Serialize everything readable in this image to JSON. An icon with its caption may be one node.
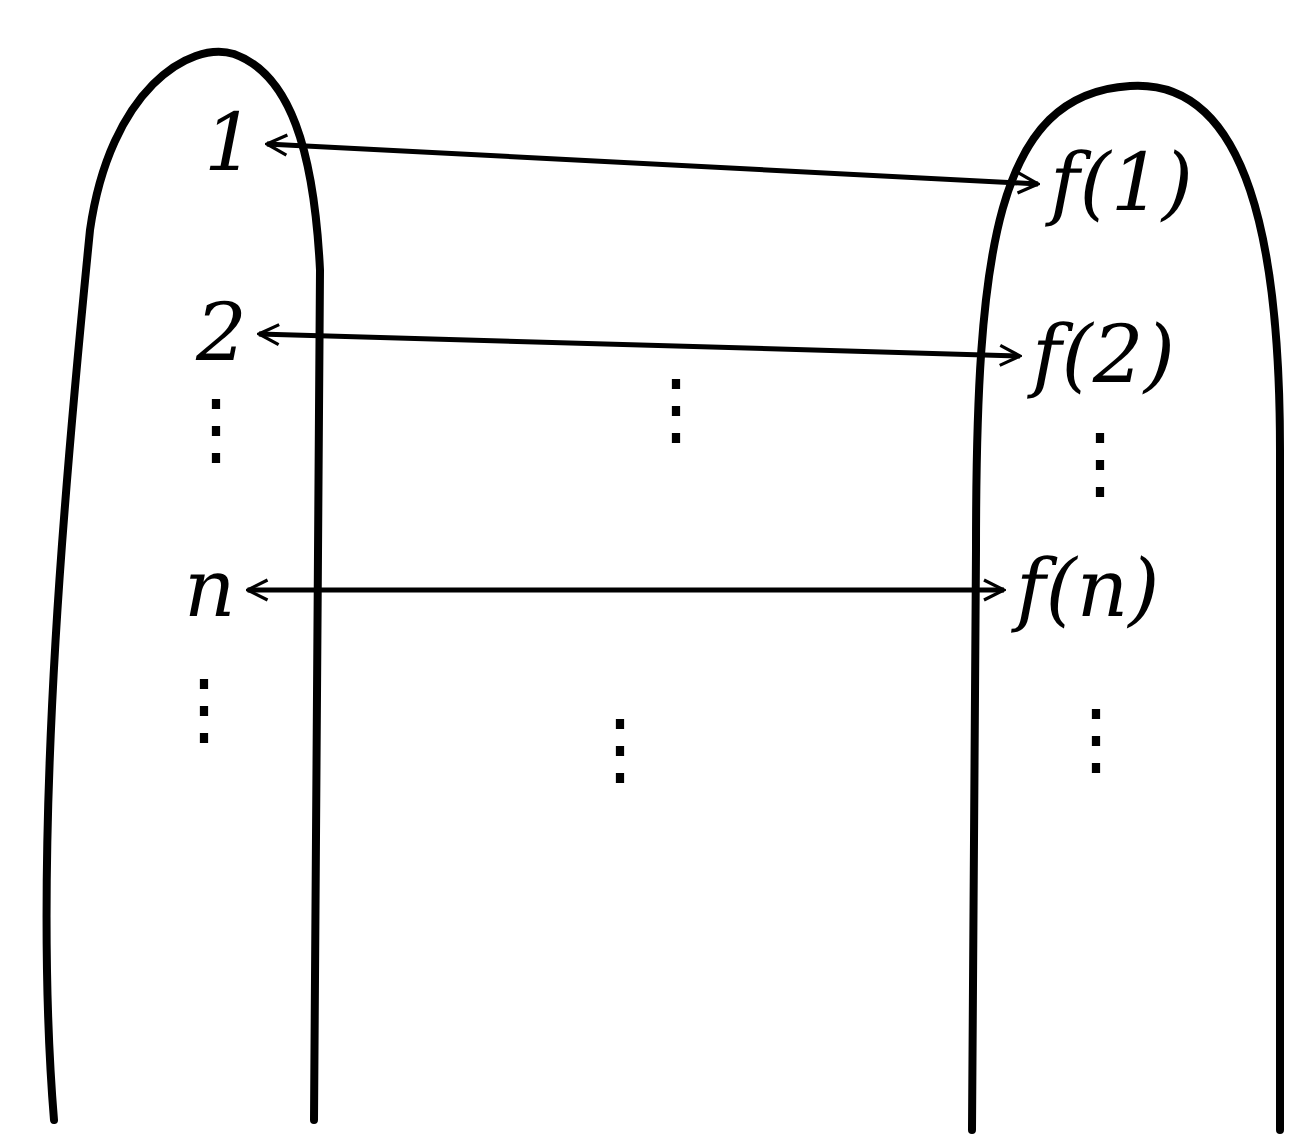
{
  "diagram": {
    "nodes": [
      {
        "text": [],
        "shape": "band"
      },
      {
        "text": [
          "1"
        ],
        "in": 0
      },
      {
        "text": [
          "2"
        ],
        "in": 0
      },
      {
        "text": [
          "n"
        ],
        "in": 0
      },
      {
        "text": [],
        "shape": "band"
      },
      {
        "text": [
          "f(1)"
        ],
        "in": 4
      },
      {
        "text": [
          "f(2)"
        ],
        "in": 4
      },
      {
        "text": [
          "f(n)"
        ],
        "in": 4
      }
    ],
    "edges": [
      {
        "from": 1,
        "to": 5,
        "arrow": "both"
      },
      {
        "from": 2,
        "to": 6,
        "arrow": "both"
      },
      {
        "from": 3,
        "to": 7,
        "arrow": "both"
      }
    ],
    "labels": [
      "⋮",
      "⋮",
      "⋮",
      "⋮",
      "⋮",
      "⋮"
    ]
  }
}
